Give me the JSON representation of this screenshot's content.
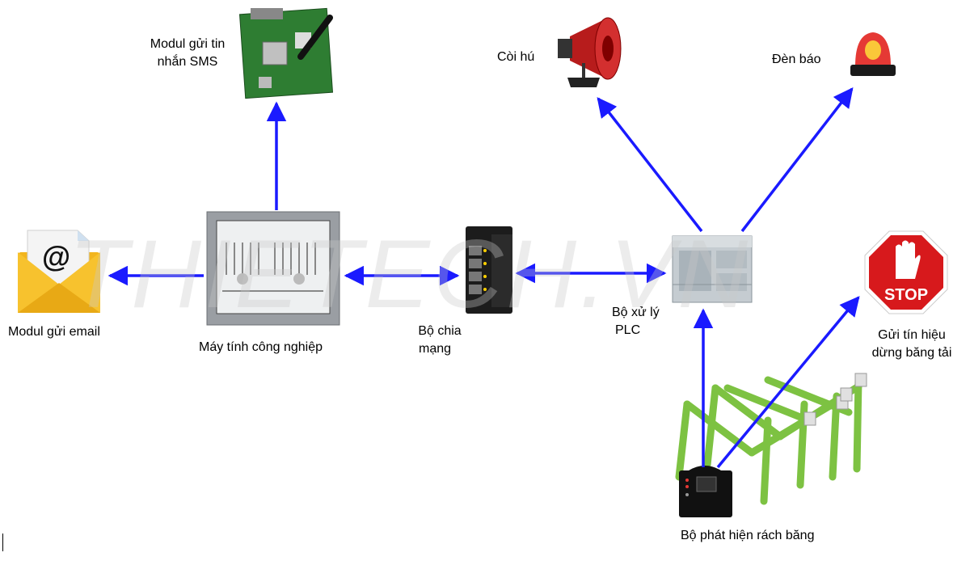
{
  "watermark": "THIETECH.VN",
  "colors": {
    "arrow": "#1a1aff",
    "stop": "#d7191c",
    "conveyor": "#7dc242",
    "envelope": "#f2b51e",
    "plc": "#b9c3c9"
  },
  "nodes": {
    "sms": {
      "label_line1": "Modul gửi tin",
      "label_line2": "nhắn SMS",
      "icon": "gsm-module-icon"
    },
    "email": {
      "label": "Modul gửi email",
      "icon": "email-envelope-icon",
      "glyph": "@"
    },
    "pc": {
      "label": "Máy tính công nghiệp",
      "icon": "industrial-pc-icon"
    },
    "switch": {
      "label_line1": "Bộ chia",
      "label_line2": "mạng",
      "icon": "network-switch-icon"
    },
    "plc": {
      "label_line1": "Bộ xử lý",
      "label_line2": "PLC",
      "icon": "plc-icon"
    },
    "horn": {
      "label": "Còi hú",
      "icon": "siren-horn-icon"
    },
    "lamp": {
      "label": "Đèn báo",
      "icon": "warning-lamp-icon"
    },
    "stop": {
      "label_line1": "Gửi tín hiệu",
      "label_line2": "dừng băng tải",
      "icon": "stop-sign-icon",
      "sign_text": "STOP"
    },
    "detector": {
      "label": "Bộ phát hiện rách băng",
      "icon": "belt-tear-detector-icon"
    }
  }
}
